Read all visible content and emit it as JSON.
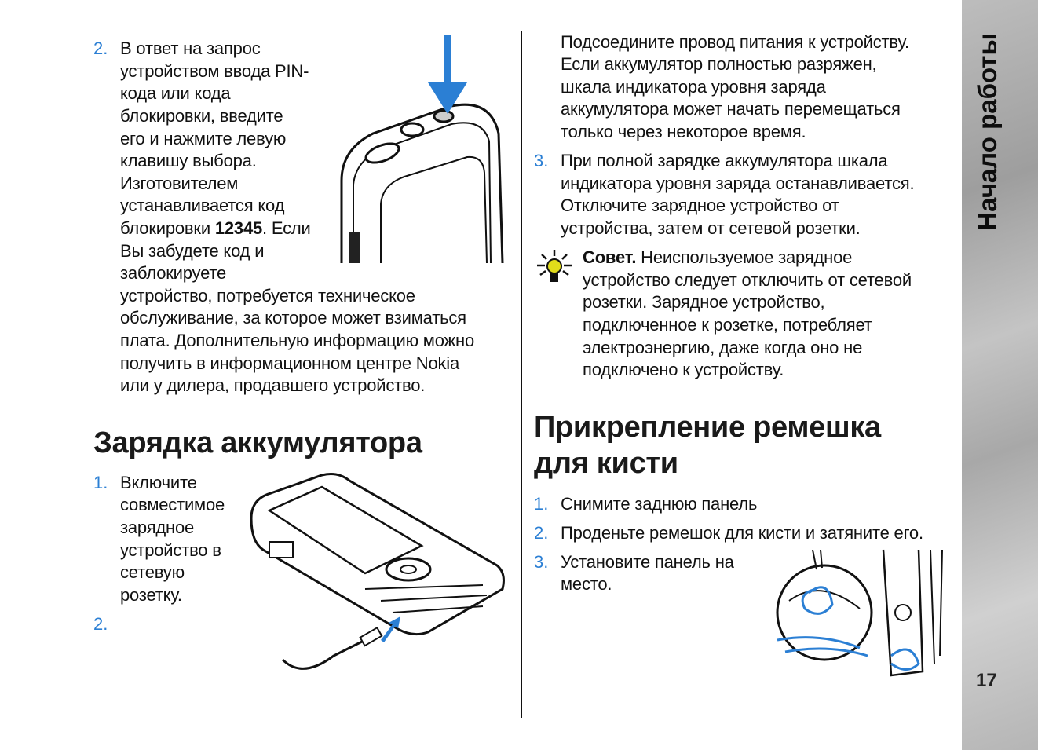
{
  "left": {
    "pin_item": {
      "number": "2.",
      "lines": [
        "В ответ на запрос",
        "устройством ввода PIN-",
        "кода или кода",
        "блокировки, введите",
        "его и нажмите левую",
        "клавишу выбора.",
        "Изготовителем",
        "устанавливается код"
      ],
      "code_line": {
        "before": "блокировки ",
        "code": "12345",
        "after": ". Если"
      },
      "lines_after": [
        "Вы забудете код и",
        "заблокируете",
        "устройство, потребуется техническое",
        "обслуживание, за которое может взиматься",
        "плата. Дополнительную информацию можно",
        "получить в информационном центре Nokia",
        "или у дилера, продавшего устройство."
      ]
    },
    "charging": {
      "heading": "Зарядка аккумулятора",
      "steps": [
        {
          "number": "1.",
          "lines": [
            "Включите",
            "совместимое",
            "зарядное",
            "устройство в",
            "сетевую",
            "розетку."
          ]
        },
        {
          "number": "2.",
          "lines": []
        }
      ]
    }
  },
  "right": {
    "continued_lines": [
      "Подсоедините провод питания к устройству.",
      "Если аккумулятор полностью разряжен,",
      "шкала индикатора уровня заряда",
      "аккумулятора может начать перемещаться",
      "только через некоторое время."
    ],
    "step3": {
      "number": "3.",
      "lines": [
        "При полной зарядке аккумулятора шкала",
        "индикатора уровня заряда останавливается.",
        "Отключите зарядное устройство от",
        "устройства, затем от сетевой розетки."
      ]
    },
    "tip": {
      "label": "Совет.",
      "first_line": " Неиспользуемое зарядное",
      "lines": [
        "устройство следует отключить от сетевой",
        "розетки. Зарядное устройство,",
        "подключенное к розетке, потребляет",
        "электроэнергию, даже когда оно не",
        "подключено к устройству."
      ]
    },
    "strap": {
      "heading_lines": [
        "Прикрепление ремешка",
        "для кисти"
      ],
      "steps": [
        {
          "number": "1.",
          "lines": [
            "Снимите заднюю панель"
          ]
        },
        {
          "number": "2.",
          "lines": [
            "Проденьте ремешок для кисти и затяните его."
          ]
        },
        {
          "number": "3.",
          "lines": [
            "Установите панель на",
            "место."
          ]
        }
      ]
    }
  },
  "sidebar": {
    "section_title": "Начало работы",
    "page_number": "17"
  },
  "colors": {
    "accent": "#2b7fd4",
    "sidebar": "#b0b0b0"
  }
}
